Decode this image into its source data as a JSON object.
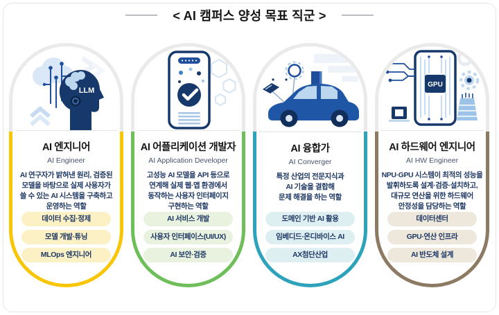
{
  "header": {
    "title": "< AI 캠퍼스 양성 목표 직군 >"
  },
  "palette": {
    "navy": "#16386b",
    "blue": "#1f57a6",
    "light_blue": "#bdd7ef",
    "top_border_gray": "#eaeaea"
  },
  "cards": [
    {
      "title": "AI 엔지니어",
      "subtitle": "AI Engineer",
      "badge": "LLM",
      "description": "AI 연구자가 밝혀낸 원리, 검증된\n모델을 바탕으로 실제 사용자가\n쓸 수 있는 AI 시스템을 구축하고\n운영하는 역할",
      "tags": [
        "데이터 수집·정제",
        "모델 개발·튜닝",
        "MLOps 엔지니어"
      ],
      "accent": "#f9c606",
      "tag_bg": "#fbf1c5"
    },
    {
      "title": "AI 어플리케이션 개발자",
      "subtitle": "AI Application Developer",
      "badge": "",
      "description": "고성능 AI 모델을 API 등으로\n연계해 실제 웹·앱 환경에서\n동작하는 사용자 인터페이지\n구현하는 역할",
      "tags": [
        "AI 서비스 개발",
        "사용자 인터페이스(UI/UX)",
        "AI 보안·검증"
      ],
      "accent": "#6ebe59",
      "tag_bg": "#e8f2df"
    },
    {
      "title": "AI 융합가",
      "subtitle": "AI Converger",
      "badge": "",
      "description": "특정 산업의 전문지식과\nAI 기술을 결합해\n문제 해결을 하는 역할",
      "tags": [
        "도메인 기반 AI 활용",
        "임베디드·온디바이스 AI",
        "AX첨단산업"
      ],
      "accent": "#2ca3ba",
      "tag_bg": "#deeff2"
    },
    {
      "title": "AI 하드웨어 엔지니어",
      "subtitle": "AI HW Engineer",
      "badge": "GPU",
      "description": "NPU·GPU 시스템이 최적의 성능을\n발휘하도록 설계·검증·설치하고,\n대규모 연산을 위한 하드웨어\n안정성을 담당하는 역할",
      "tags": [
        "데이터센터",
        "GPU·연산 인프라",
        "AI 반도체 설계"
      ],
      "accent": "#8c7a63",
      "tag_bg": "#ede7dc"
    }
  ]
}
